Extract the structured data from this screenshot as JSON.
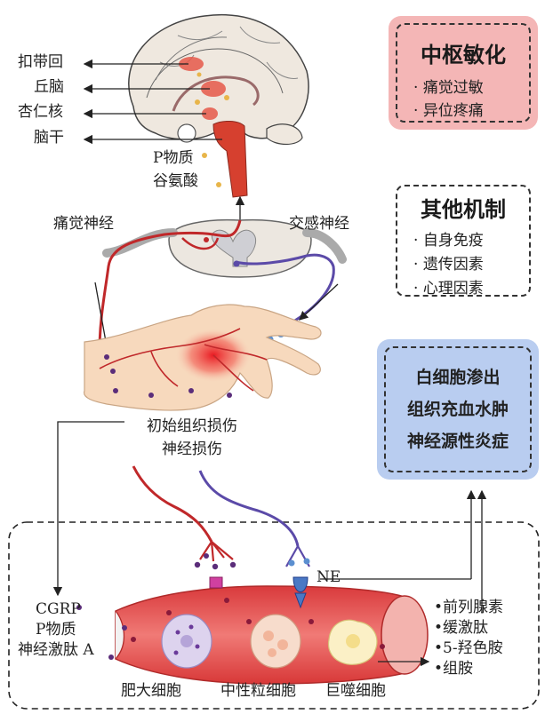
{
  "brain_labels": [
    "扣带回",
    "丘脑",
    "杏仁核",
    "脑干"
  ],
  "transmitters": [
    "P物质",
    "谷氨酸"
  ],
  "nerves": {
    "pain": "痛觉神经",
    "sympathetic": "交感神经"
  },
  "injury": [
    "初始组织损伤",
    "神经损伤"
  ],
  "central": {
    "title": "中枢敏化",
    "items": [
      "痛觉过敏",
      "异位疼痛"
    ],
    "bg": "#f4b6b6"
  },
  "other": {
    "title": "其他机制",
    "items": [
      "自身免疫",
      "遗传因素",
      "心理因素"
    ]
  },
  "inflammation": {
    "lines": [
      "白细胞渗出",
      "组织充血水肿",
      "神经源性炎症"
    ],
    "bg": "#b9cdf0"
  },
  "ne": "NE",
  "left_mediators": [
    "CGRP",
    "P物质",
    "神经激肽 A"
  ],
  "right_mediators": [
    "前列腺素",
    "缓激肽",
    "5-羟色胺",
    "组胺"
  ],
  "cells": [
    "肥大细胞",
    "中性粒细胞",
    "巨噬细胞"
  ],
  "colors": {
    "pain_nerve": "#c0282a",
    "sympathetic_nerve": "#5b4aa8",
    "vessel": "#e0484a"
  }
}
